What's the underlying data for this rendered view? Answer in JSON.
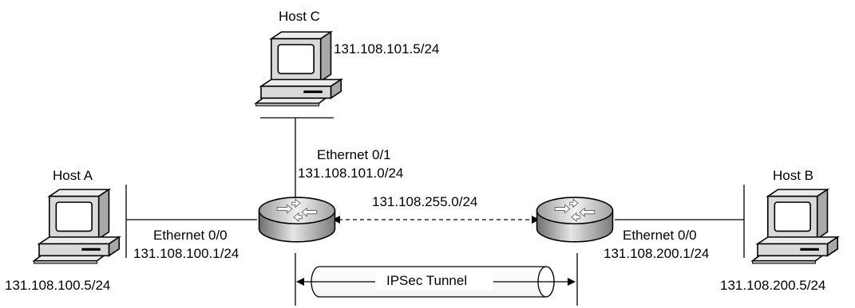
{
  "host_c": {
    "name": "Host C",
    "ip": "131.108.101.5/24"
  },
  "host_a": {
    "name": "Host A",
    "ip": "131.108.100.5/24"
  },
  "host_b": {
    "name": "Host B",
    "ip": "131.108.200.5/24"
  },
  "router_left": {
    "eth01_name": "Ethernet 0/1",
    "eth01_net": "131.108.101.0/24",
    "eth00_name": "Ethernet 0/0",
    "eth00_ip": "131.108.100.1/24"
  },
  "router_right": {
    "eth00_name": "Ethernet 0/0",
    "eth00_ip": "131.108.200.1/24"
  },
  "wan_link": {
    "network": "131.108.255.0/24"
  },
  "tunnel": {
    "label": "IPSec Tunnel"
  },
  "colors": {
    "line": "#000000",
    "router_dark": "#6e6e6e",
    "router_light": "#e6e6e6",
    "pc_body": "#d9d9d9",
    "pc_screen": "#ffffff"
  }
}
